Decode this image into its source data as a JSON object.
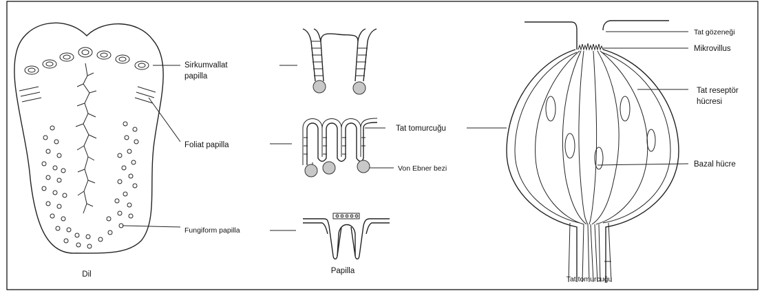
{
  "labels": {
    "sirkumvallat_1": "Sirkumvallat",
    "sirkumvallat_2": "papilla",
    "foliat": "Foliat  papilla",
    "fungiform": "Fungiform  papilla",
    "tat_tomurcugu_mid": "Tat tomurcuğu",
    "von_ebner": "Von Ebner bezi",
    "tat_gozenegi": "Tat gözeneği",
    "mikrovillus": "Mikrovillus",
    "tat_reseptor_1": "Tat reseptör",
    "tat_reseptor_2": "hücresi",
    "bazal_hucre": "Bazal hücre"
  },
  "captions": {
    "dil": "Dil",
    "papilla": "Papilla",
    "tat_tomurcugu": "Tat tomurcuğu"
  },
  "colors": {
    "line": "#222222",
    "gland_fill": "#c8c8c8",
    "border": "#000000"
  }
}
